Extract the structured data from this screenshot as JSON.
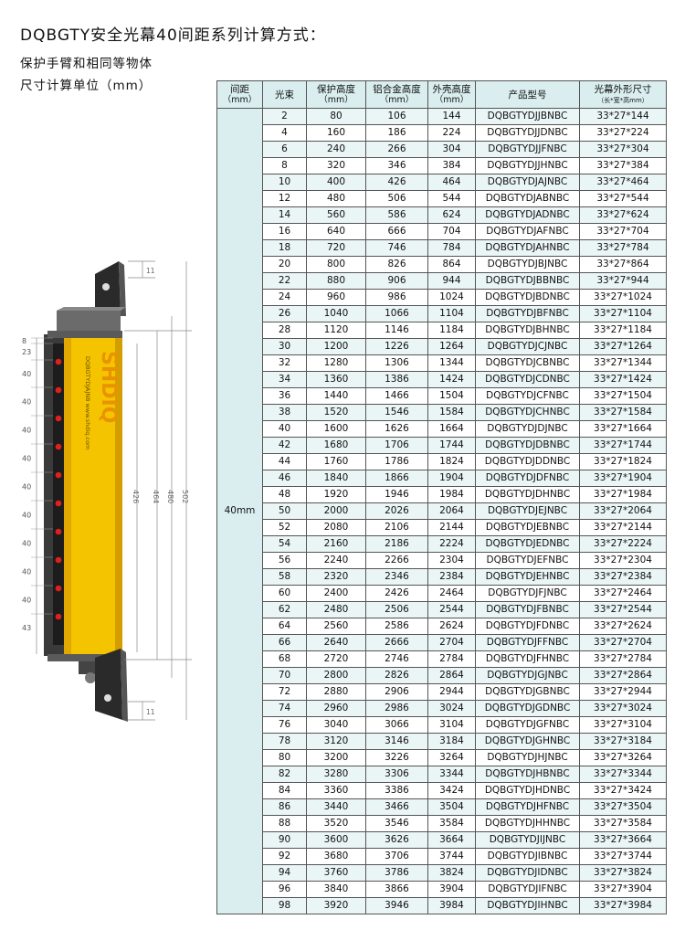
{
  "title": "DQBGTY安全光幕40间距系列计算方式：",
  "subtitle1": "保护手臂和相同等物体",
  "subtitle2": "尺寸计算单位（mm）",
  "accent_color": "#f5c400",
  "header_color": "#daeef0",
  "drawing": {
    "brand": "SHDIQ",
    "side_text": "DQBGTYDJAJN8  www.shdiq.com",
    "left_dims": [
      "8",
      "23",
      "40",
      "40",
      "40",
      "40",
      "40",
      "40",
      "40",
      "40",
      "40",
      "43"
    ],
    "top_dim": "11",
    "bottom_dim": "11",
    "right_dims": [
      "426",
      "464",
      "480",
      "502"
    ]
  },
  "table": {
    "headers": [
      {
        "label": "间距",
        "unit": "（mm）"
      },
      {
        "label": "光束",
        "unit": ""
      },
      {
        "label": "保护高度",
        "unit": "（mm）"
      },
      {
        "label": "铝合金高度",
        "unit": "（mm）"
      },
      {
        "label": "外壳高度",
        "unit": "（mm）"
      },
      {
        "label": "产品型号",
        "unit": ""
      },
      {
        "label": "光幕外形尺寸",
        "unit": "（长*宽*高mm）"
      }
    ],
    "spacing": "40mm",
    "rows": [
      [
        "2",
        "80",
        "106",
        "144",
        "DQBGTYDJJBNBC",
        "33*27*144"
      ],
      [
        "4",
        "160",
        "186",
        "224",
        "DQBGTYDJJDNBC",
        "33*27*224"
      ],
      [
        "6",
        "240",
        "266",
        "304",
        "DQBGTYDJJFNBC",
        "33*27*304"
      ],
      [
        "8",
        "320",
        "346",
        "384",
        "DQBGTYDJJHNBC",
        "33*27*384"
      ],
      [
        "10",
        "400",
        "426",
        "464",
        "DQBGTYDJAJNBC",
        "33*27*464"
      ],
      [
        "12",
        "480",
        "506",
        "544",
        "DQBGTYDJABNBC",
        "33*27*544"
      ],
      [
        "14",
        "560",
        "586",
        "624",
        "DQBGTYDJADNBC",
        "33*27*624"
      ],
      [
        "16",
        "640",
        "666",
        "704",
        "DQBGTYDJAFNBC",
        "33*27*704"
      ],
      [
        "18",
        "720",
        "746",
        "784",
        "DQBGTYDJAHNBC",
        "33*27*784"
      ],
      [
        "20",
        "800",
        "826",
        "864",
        "DQBGTYDJBJNBC",
        "33*27*864"
      ],
      [
        "22",
        "880",
        "906",
        "944",
        "DQBGTYDJBBNBC",
        "33*27*944"
      ],
      [
        "24",
        "960",
        "986",
        "1024",
        "DQBGTYDJBDNBC",
        "33*27*1024"
      ],
      [
        "26",
        "1040",
        "1066",
        "1104",
        "DQBGTYDJBFNBC",
        "33*27*1104"
      ],
      [
        "28",
        "1120",
        "1146",
        "1184",
        "DQBGTYDJBHNBC",
        "33*27*1184"
      ],
      [
        "30",
        "1200",
        "1226",
        "1264",
        "DQBGTYDJCJNBC",
        "33*27*1264"
      ],
      [
        "32",
        "1280",
        "1306",
        "1344",
        "DQBGTYDJCBNBC",
        "33*27*1344"
      ],
      [
        "34",
        "1360",
        "1386",
        "1424",
        "DQBGTYDJCDNBC",
        "33*27*1424"
      ],
      [
        "36",
        "1440",
        "1466",
        "1504",
        "DQBGTYDJCFNBC",
        "33*27*1504"
      ],
      [
        "38",
        "1520",
        "1546",
        "1584",
        "DQBGTYDJCHNBC",
        "33*27*1584"
      ],
      [
        "40",
        "1600",
        "1626",
        "1664",
        "DQBGTYDJDJNBC",
        "33*27*1664"
      ],
      [
        "42",
        "1680",
        "1706",
        "1744",
        "DQBGTYDJDBNBC",
        "33*27*1744"
      ],
      [
        "44",
        "1760",
        "1786",
        "1824",
        "DQBGTYDJDDNBC",
        "33*27*1824"
      ],
      [
        "46",
        "1840",
        "1866",
        "1904",
        "DQBGTYDJDFNBC",
        "33*27*1904"
      ],
      [
        "48",
        "1920",
        "1946",
        "1984",
        "DQBGTYDJDHNBC",
        "33*27*1984"
      ],
      [
        "50",
        "2000",
        "2026",
        "2064",
        "DQBGTYDJEJNBC",
        "33*27*2064"
      ],
      [
        "52",
        "2080",
        "2106",
        "2144",
        "DQBGTYDJEBNBC",
        "33*27*2144"
      ],
      [
        "54",
        "2160",
        "2186",
        "2224",
        "DQBGTYDJEDNBC",
        "33*27*2224"
      ],
      [
        "56",
        "2240",
        "2266",
        "2304",
        "DQBGTYDJEFNBC",
        "33*27*2304"
      ],
      [
        "58",
        "2320",
        "2346",
        "2384",
        "DQBGTYDJEHNBC",
        "33*27*2384"
      ],
      [
        "60",
        "2400",
        "2426",
        "2464",
        "DQBGTYDJFJNBC",
        "33*27*2464"
      ],
      [
        "62",
        "2480",
        "2506",
        "2544",
        "DQBGTYDJFBNBC",
        "33*27*2544"
      ],
      [
        "64",
        "2560",
        "2586",
        "2624",
        "DQBGTYDJFDNBC",
        "33*27*2624"
      ],
      [
        "66",
        "2640",
        "2666",
        "2704",
        "DQBGTYDJFFNBC",
        "33*27*2704"
      ],
      [
        "68",
        "2720",
        "2746",
        "2784",
        "DQBGTYDJFHNBC",
        "33*27*2784"
      ],
      [
        "70",
        "2800",
        "2826",
        "2864",
        "DQBGTYDJGJNBC",
        "33*27*2864"
      ],
      [
        "72",
        "2880",
        "2906",
        "2944",
        "DQBGTYDJGBNBC",
        "33*27*2944"
      ],
      [
        "74",
        "2960",
        "2986",
        "3024",
        "DQBGTYDJGDNBC",
        "33*27*3024"
      ],
      [
        "76",
        "3040",
        "3066",
        "3104",
        "DQBGTYDJGFNBC",
        "33*27*3104"
      ],
      [
        "78",
        "3120",
        "3146",
        "3184",
        "DQBGTYDJGHNBC",
        "33*27*3184"
      ],
      [
        "80",
        "3200",
        "3226",
        "3264",
        "DQBGTYDJHJNBC",
        "33*27*3264"
      ],
      [
        "82",
        "3280",
        "3306",
        "3344",
        "DQBGTYDJHBNBC",
        "33*27*3344"
      ],
      [
        "84",
        "3360",
        "3386",
        "3424",
        "DQBGTYDJHDNBC",
        "33*27*3424"
      ],
      [
        "86",
        "3440",
        "3466",
        "3504",
        "DQBGTYDJHFNBC",
        "33*27*3504"
      ],
      [
        "88",
        "3520",
        "3546",
        "3584",
        "DQBGTYDJHHNBC",
        "33*27*3584"
      ],
      [
        "90",
        "3600",
        "3626",
        "3664",
        "DQBGTYDJIJNBC",
        "33*27*3664"
      ],
      [
        "92",
        "3680",
        "3706",
        "3744",
        "DQBGTYDJIBNBC",
        "33*27*3744"
      ],
      [
        "94",
        "3760",
        "3786",
        "3824",
        "DQBGTYDJIDNBC",
        "33*27*3824"
      ],
      [
        "96",
        "3840",
        "3866",
        "3904",
        "DQBGTYDJIFNBC",
        "33*27*3904"
      ],
      [
        "98",
        "3920",
        "3946",
        "3984",
        "DQBGTYDJIHNBC",
        "33*27*3984"
      ]
    ]
  }
}
